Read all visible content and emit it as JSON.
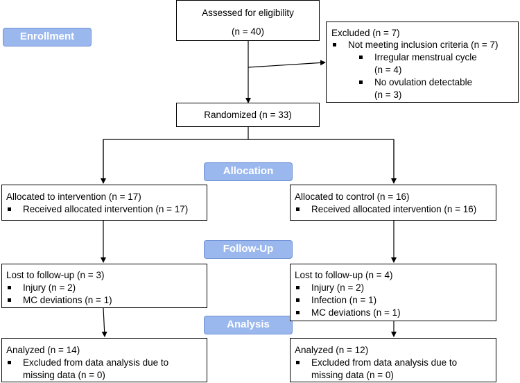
{
  "stages": {
    "enrollment": "Enrollment",
    "allocation": "Allocation",
    "follow_up": "Follow-Up",
    "analysis": "Analysis"
  },
  "assessed": {
    "title": "Assessed for eligibility",
    "count": "(n = 40)"
  },
  "excluded": {
    "title": "Excluded  (n = 7)",
    "item": "Not meeting inclusion criteria (n = 7)",
    "sub1_line1": "Irregular menstrual cycle",
    "sub1_line2": "(n = 4)",
    "sub2_line1": "No ovulation detectable",
    "sub2_line2": "(n = 3)"
  },
  "randomized": "Randomized (n = 33)",
  "intervention": {
    "allocated_title": "Allocated to intervention (n = 17)",
    "allocated_item": "Received allocated intervention (n = 17)",
    "lost_title": "Lost to follow-up (n = 3)",
    "lost_items": [
      "Injury (n = 2)",
      "MC deviations  (n = 1)"
    ],
    "analyzed_title": "Analyzed (n = 14)",
    "analyzed_item_line1": "Excluded from data analysis due to",
    "analyzed_item_line2": "missing data (n = 0)"
  },
  "control": {
    "allocated_title": "Allocated to control (n = 16)",
    "allocated_item": "Received allocated intervention (n = 16)",
    "lost_title": "Lost to follow-up  (n = 4)",
    "lost_items": [
      "Injury (n = 2)",
      "Infection (n = 1)",
      "MC deviations  (n = 1)"
    ],
    "analyzed_title": "Analyzed (n = 12)",
    "analyzed_item_line1": "Excluded from data analysis due to",
    "analyzed_item_line2": "missing data (n = 0)"
  },
  "colors": {
    "stage_fill": "#9bb8ee",
    "stage_border": "#6d8fd3",
    "stage_text": "#ffffff"
  }
}
